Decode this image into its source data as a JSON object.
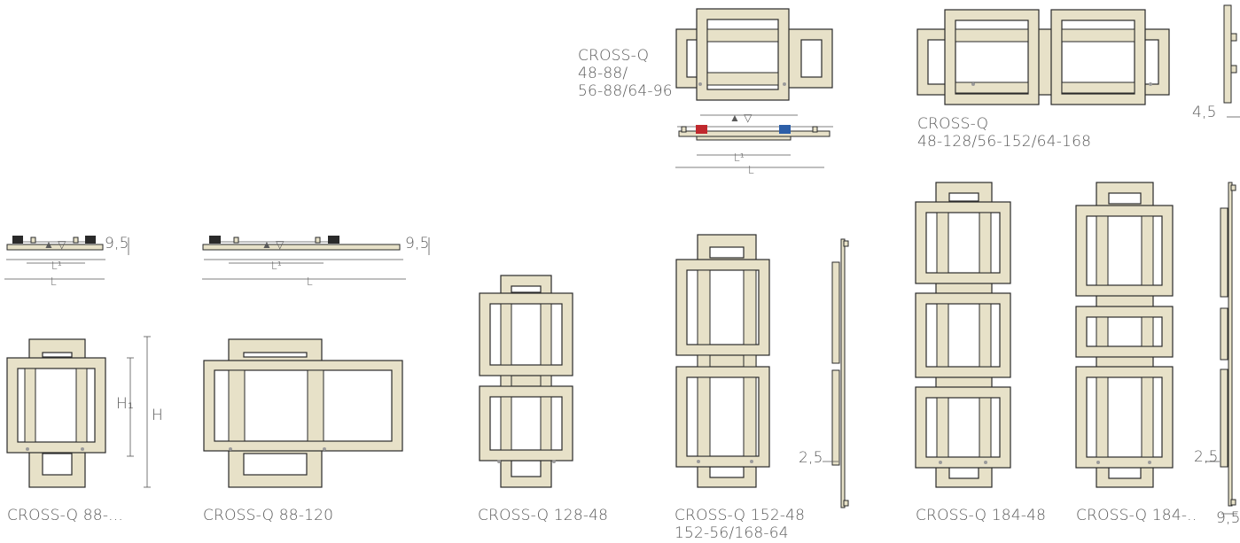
{
  "colors": {
    "panel": "#e7e1c8",
    "outline": "#2a2a2a",
    "dimension": "#555555",
    "red_valve": "#c0282d",
    "blue_valve": "#2d5fa8"
  },
  "labels": {
    "m1": "CROSS-Q 88-...",
    "m2": "CROSS-Q 88-120",
    "m3": "CROSS-Q 128-48",
    "m4_line1": "CROSS-Q 152-48",
    "m4_line2": "152-56/168-64",
    "m5": "CROSS-Q 184-48",
    "m6": "CROSS-Q 184-..",
    "top_center_line1": "CROSS-Q",
    "top_center_line2": "48-88/",
    "top_center_line3": "56-88/64-96",
    "top_right_line1": "CROSS-Q",
    "top_right_line2": "48-128/56-152/64-168"
  },
  "dimensions": {
    "depth_9_5": "9,5",
    "depth_4_5": "4,5",
    "depth_2_5": "2,5",
    "h1": "H₁",
    "h": "H",
    "l1": "L¹",
    "l": "L",
    "flow_symbol": "▲ ▽"
  }
}
